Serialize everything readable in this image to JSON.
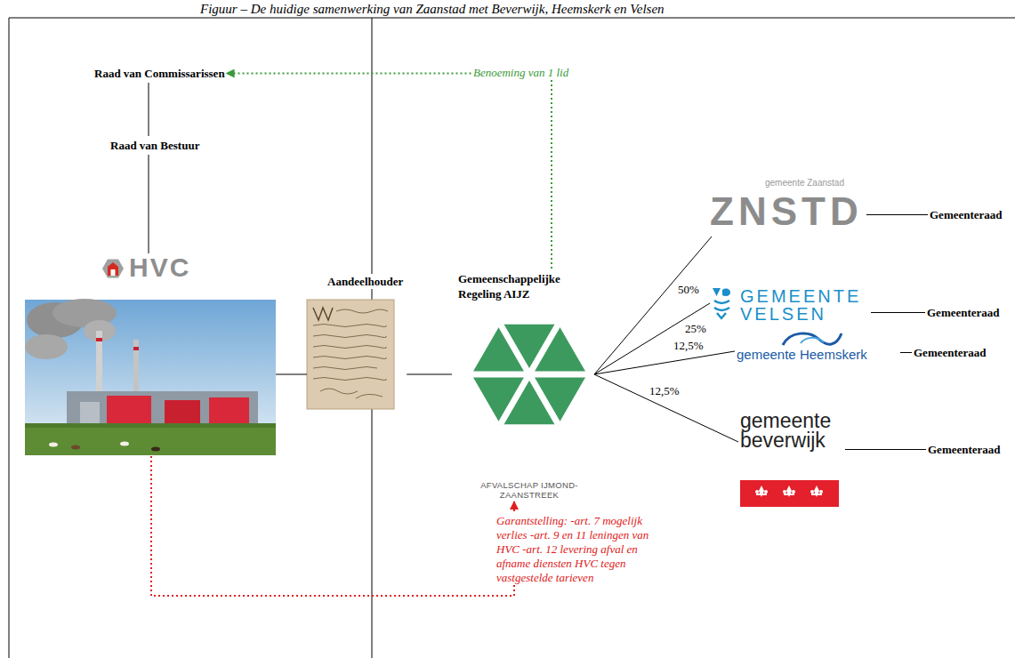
{
  "diagram": {
    "caption": "Figuur – De huidige samenwerking van Zaanstad met Beverwijk, Heemskerk en Velsen",
    "nodes": [
      {
        "text": [
          "Raad van Commissarissen"
        ]
      },
      {
        "text": [
          "Raad van Bestuur"
        ]
      },
      {
        "text": [
          "HVC"
        ]
      },
      {
        "text": [
          "Aandeelhouder"
        ]
      },
      {
        "text": [
          "Gemeenschappelijke Regeling AIJZ",
          "AFVALSCHAP IJMOND-ZAANSTREEK"
        ]
      },
      {
        "text": [
          "gemeente Zaanstad",
          "ZNSTD"
        ]
      },
      {
        "text": [
          "GEMEENTE VELSEN"
        ]
      },
      {
        "text": [
          "gemeente Heemskerk"
        ]
      },
      {
        "text": [
          "gemeente beverwijk"
        ]
      },
      {
        "text": [
          "Gemeenteraad"
        ]
      },
      {
        "text": [
          "Gemeenteraad"
        ]
      },
      {
        "text": [
          "Gemeenteraad"
        ]
      },
      {
        "text": [
          "Gemeenteraad"
        ]
      }
    ],
    "edges": [
      {
        "from": 0,
        "to": 1,
        "arrow": "none"
      },
      {
        "from": 1,
        "to": 2,
        "arrow": "none"
      },
      {
        "from": 2,
        "to": 3,
        "arrow": "none"
      },
      {
        "from": 3,
        "to": 4,
        "arrow": "none"
      },
      {
        "from": 4,
        "to": 5,
        "label": "50%",
        "arrow": "none"
      },
      {
        "from": 4,
        "to": 6,
        "label": "25%",
        "arrow": "none"
      },
      {
        "from": 4,
        "to": 7,
        "label": "12,5%",
        "arrow": "none"
      },
      {
        "from": 4,
        "to": 8,
        "label": "12,5%",
        "arrow": "none"
      },
      {
        "from": 5,
        "to": 9,
        "arrow": "none"
      },
      {
        "from": 6,
        "to": 10,
        "arrow": "none"
      },
      {
        "from": 7,
        "to": 11,
        "arrow": "none"
      },
      {
        "from": 8,
        "to": 12,
        "arrow": "none"
      },
      {
        "from": 4,
        "to": 0,
        "label": "Benoeming van 1 lid",
        "arrow": "to"
      },
      {
        "from": 2,
        "to": 4,
        "label": "Garantstelling: -art. 7 mogelijk verlies -art. 9 en 11 leningen van HVC -art. 12 levering afval en afname diensten HVC tegen vastgestelde tarieven",
        "arrow": "to"
      }
    ]
  }
}
